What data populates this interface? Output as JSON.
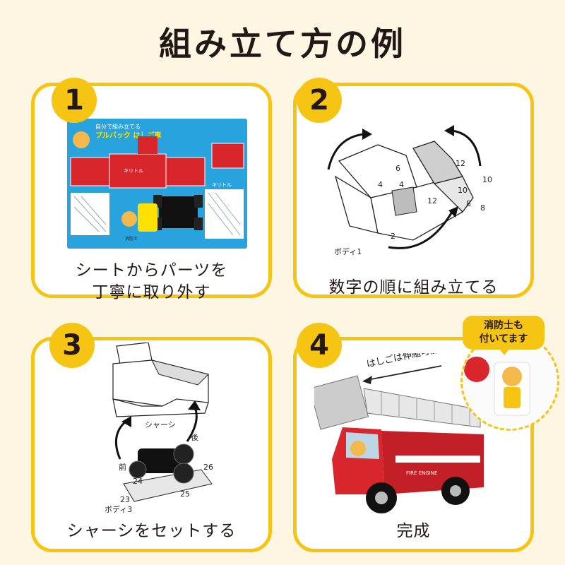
{
  "title": "組み立て方の例",
  "colors": {
    "accent": "#f6c412",
    "background": "#fcf6e2",
    "truck_red": "#d9262d",
    "sheet_blue": "#29a3dd"
  },
  "steps": [
    {
      "number": "1",
      "caption_line1": "シートからパーツを",
      "caption_line2": "丁寧に取り外す"
    },
    {
      "number": "2",
      "caption_line1": "数字の順に組み立てる"
    },
    {
      "number": "3",
      "caption_line1": "シャーシをセットする"
    },
    {
      "number": "4",
      "caption_line1": "完成"
    }
  ],
  "step2_labels": {
    "part": "ボディ1",
    "n6": "6",
    "n4a": "4",
    "n4b": "4",
    "n12a": "12",
    "n12b": "12",
    "n10a": "10",
    "n10b": "10",
    "n8a": "8",
    "n8b": "8",
    "n2": "2"
  },
  "step3_labels": {
    "chassis": "シャーシ",
    "rear": "後",
    "front": "前",
    "n24": "24",
    "n23": "23",
    "n25": "25",
    "n26": "26",
    "part": "ボディ3"
  },
  "step4": {
    "ladder_note": "はしごは伸縮可能",
    "callout_line1": "消防士も",
    "callout_line2": "付いてます",
    "truck_text": "FIRE ENGINE"
  },
  "sheet": {
    "header": "自分で組み立てる",
    "subheader": "プルバック はしご車",
    "label1": "キリトル",
    "label2": "キリトル",
    "logo": "消防士"
  }
}
